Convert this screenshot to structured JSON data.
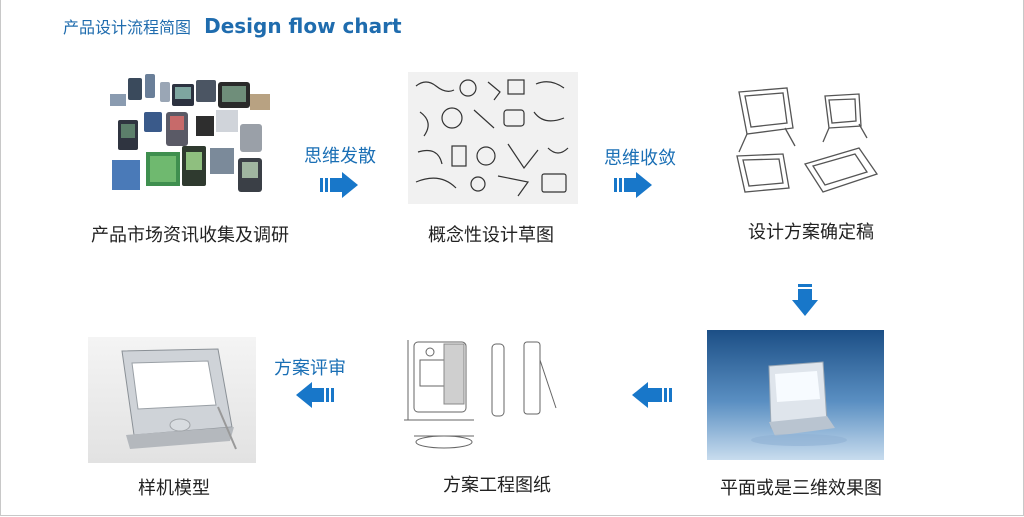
{
  "header": {
    "title_cn": "产品设计流程简图",
    "title_en": "Design flow chart"
  },
  "stages": [
    {
      "caption": "产品市场资讯收集及调研",
      "image": "handheld-devices-collage"
    },
    {
      "caption": "概念性设计草图",
      "image": "concept-sketches"
    },
    {
      "caption": "设计方案确定稿",
      "image": "design-draft-sketches"
    },
    {
      "caption": "平面或是三维效果图",
      "image": "3d-render"
    },
    {
      "caption": "方案工程图纸",
      "image": "engineering-drawings"
    },
    {
      "caption": "样机模型",
      "image": "prototype-model"
    }
  ],
  "arrows": [
    {
      "label": "思维发散",
      "direction": "right"
    },
    {
      "label": "思维收敛",
      "direction": "right"
    },
    {
      "label": "",
      "direction": "down"
    },
    {
      "label": "",
      "direction": "left"
    },
    {
      "label": "方案评审",
      "direction": "left"
    }
  ],
  "colors": {
    "accent": "#1a6fb5",
    "arrow": "#1877c9"
  }
}
